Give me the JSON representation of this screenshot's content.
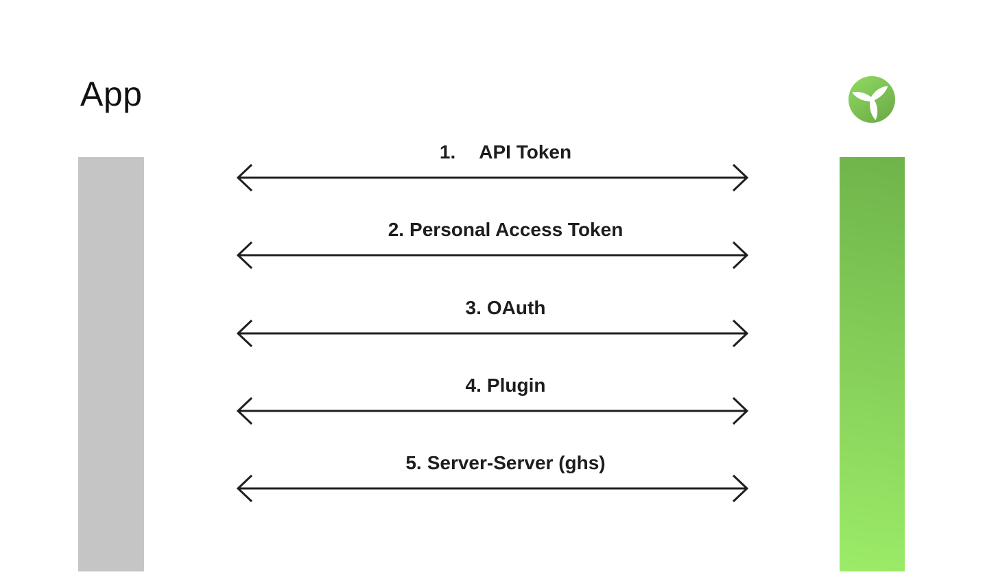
{
  "app": {
    "title": "App"
  },
  "logo": {
    "name": "wind-turbine-logo",
    "color_light": "#8fd961",
    "color_dark": "#6cab47",
    "blade_color": "#ffffff"
  },
  "bars": {
    "left_color": "#c5c5c5",
    "right_top": "#6fb44b",
    "right_bottom": "#9ceb68"
  },
  "arrow_color": "#1f1f1f",
  "text_color": "#1d1d1f",
  "connections": [
    {
      "number": "1.",
      "label": "API Token",
      "wide_gap": true
    },
    {
      "number": "2.",
      "label": "Personal Access Token",
      "wide_gap": false
    },
    {
      "number": "3.",
      "label": "OAuth",
      "wide_gap": false
    },
    {
      "number": "4.",
      "label": "Plugin",
      "wide_gap": false
    },
    {
      "number": "5.",
      "label": "Server-Server (ghs)",
      "wide_gap": false
    }
  ]
}
